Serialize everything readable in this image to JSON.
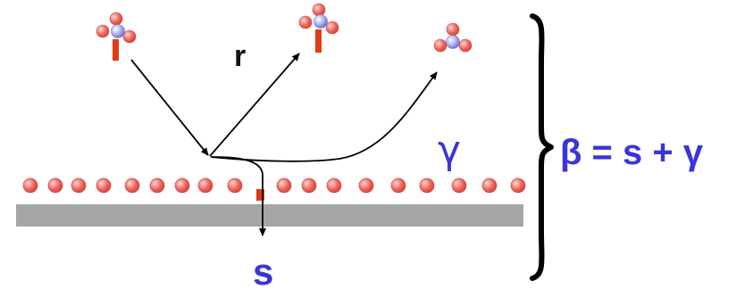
{
  "labels": {
    "r": "r",
    "s": "s",
    "gamma": "γ",
    "equation": "β = s + γ"
  },
  "colors": {
    "label_blue": "#3a35d6",
    "text_black": "#111111",
    "atom_red": "#f0625c",
    "atom_center": "#8f8fe6",
    "stem_red": "#e13a18",
    "surface_gray": "#a6a6a6",
    "arrow": "#000000"
  },
  "icons": {
    "atom": "red-sphere",
    "molecule": "molecule-cluster",
    "adsorbed_mark": "red-rectangle"
  }
}
